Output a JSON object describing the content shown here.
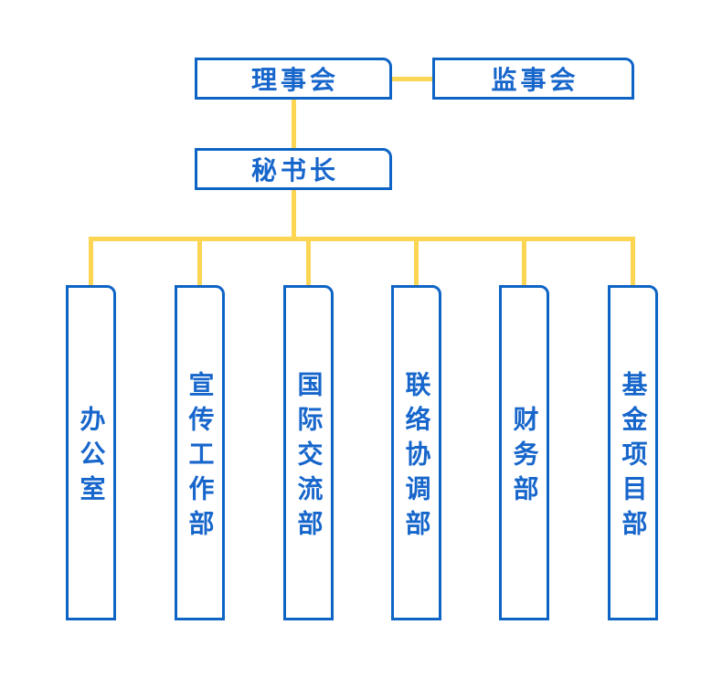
{
  "palette": {
    "background": "#ffffff",
    "node_fill": "#ffffff",
    "node_border": "#0e64c5",
    "node_text": "#1766cb",
    "connector": "#fcd553"
  },
  "org_chart": {
    "type": "organization-chart",
    "board": {
      "label": "理事会"
    },
    "supervisory_board": {
      "label": "监事会"
    },
    "secretary_general": {
      "label": "秘书长"
    },
    "departments": [
      {
        "label": "办公室"
      },
      {
        "label": "宣传工作部"
      },
      {
        "label": "国际交流部"
      },
      {
        "label": "联络协调部"
      },
      {
        "label": "财务部"
      },
      {
        "label": "基金项目部"
      }
    ]
  }
}
